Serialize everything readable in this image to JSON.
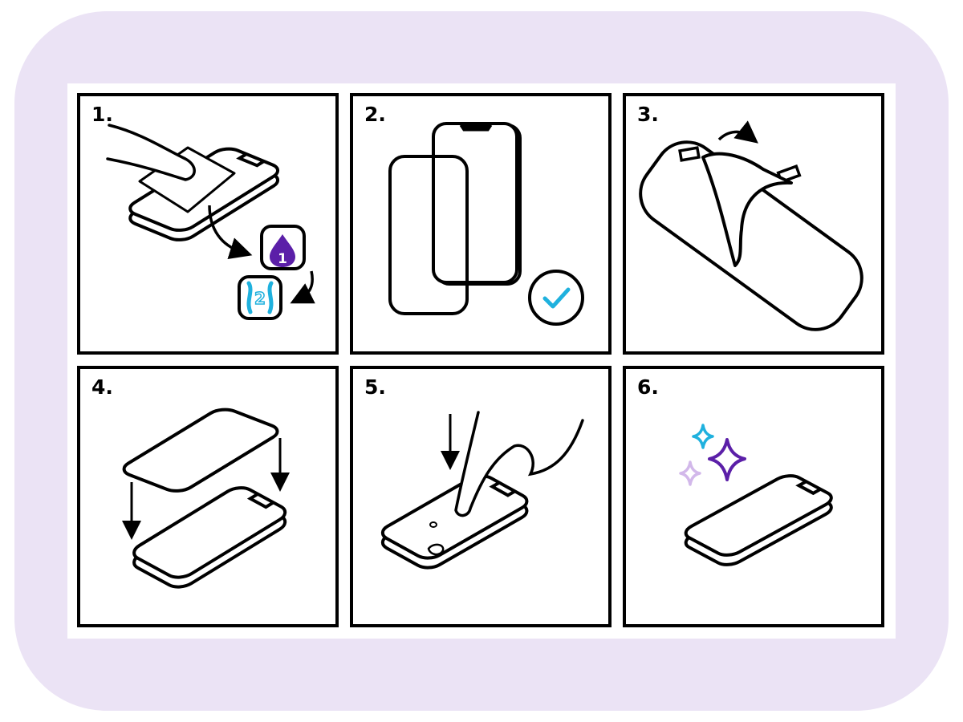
{
  "steps": [
    {
      "label": "1.",
      "icons": [
        {
          "name": "drop-icon",
          "text": "1"
        },
        {
          "name": "dry-icon",
          "text": "2"
        }
      ]
    },
    {
      "label": "2."
    },
    {
      "label": "3."
    },
    {
      "label": "4."
    },
    {
      "label": "5."
    },
    {
      "label": "6."
    }
  ],
  "colors": {
    "background": "#ebe3f5",
    "purple": "#5b1fa8",
    "cyan": "#1fb1de",
    "light_purple": "#d2b8ea",
    "stroke": "#000000"
  }
}
